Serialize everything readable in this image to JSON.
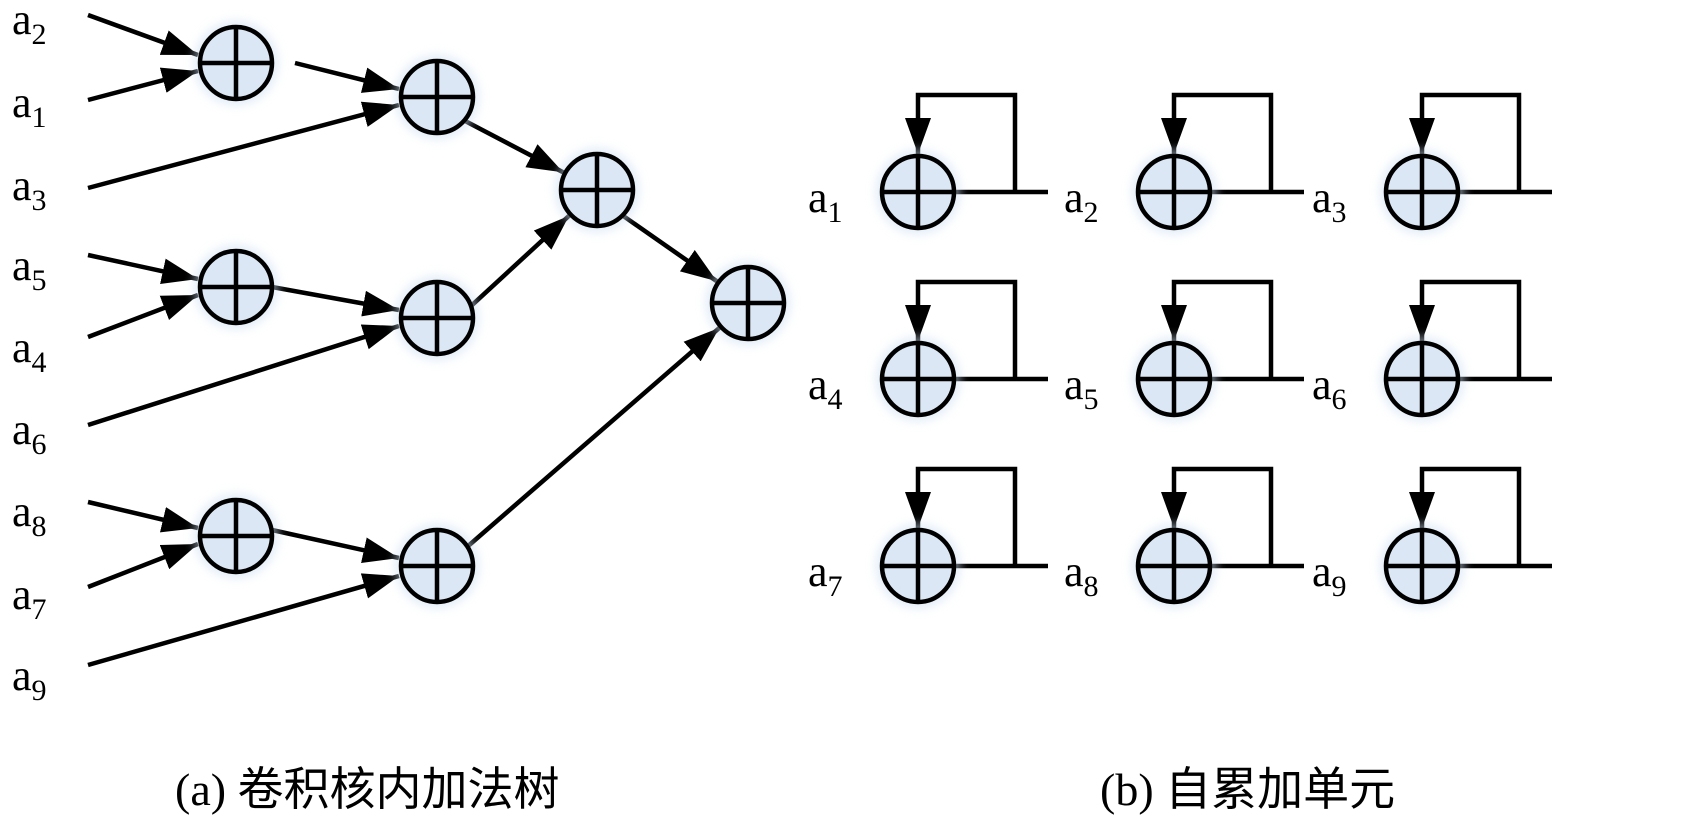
{
  "panel_a": {
    "caption": "(a) 卷积核内加法树",
    "inputs": [
      {
        "base": "a",
        "sub": "2"
      },
      {
        "base": "a",
        "sub": "1"
      },
      {
        "base": "a",
        "sub": "3"
      },
      {
        "base": "a",
        "sub": "5"
      },
      {
        "base": "a",
        "sub": "4"
      },
      {
        "base": "a",
        "sub": "6"
      },
      {
        "base": "a",
        "sub": "8"
      },
      {
        "base": "a",
        "sub": "7"
      },
      {
        "base": "a",
        "sub": "9"
      }
    ],
    "adder_symbol": "circle-plus-icon"
  },
  "panel_b": {
    "caption": "(b) 自累加单元",
    "cells": [
      {
        "base": "a",
        "sub": "1"
      },
      {
        "base": "a",
        "sub": "2"
      },
      {
        "base": "a",
        "sub": "3"
      },
      {
        "base": "a",
        "sub": "4"
      },
      {
        "base": "a",
        "sub": "5"
      },
      {
        "base": "a",
        "sub": "6"
      },
      {
        "base": "a",
        "sub": "7"
      },
      {
        "base": "a",
        "sub": "8"
      },
      {
        "base": "a",
        "sub": "9"
      }
    ]
  },
  "colors": {
    "adder_fill": "#dbe7f4",
    "stroke": "#000000"
  }
}
